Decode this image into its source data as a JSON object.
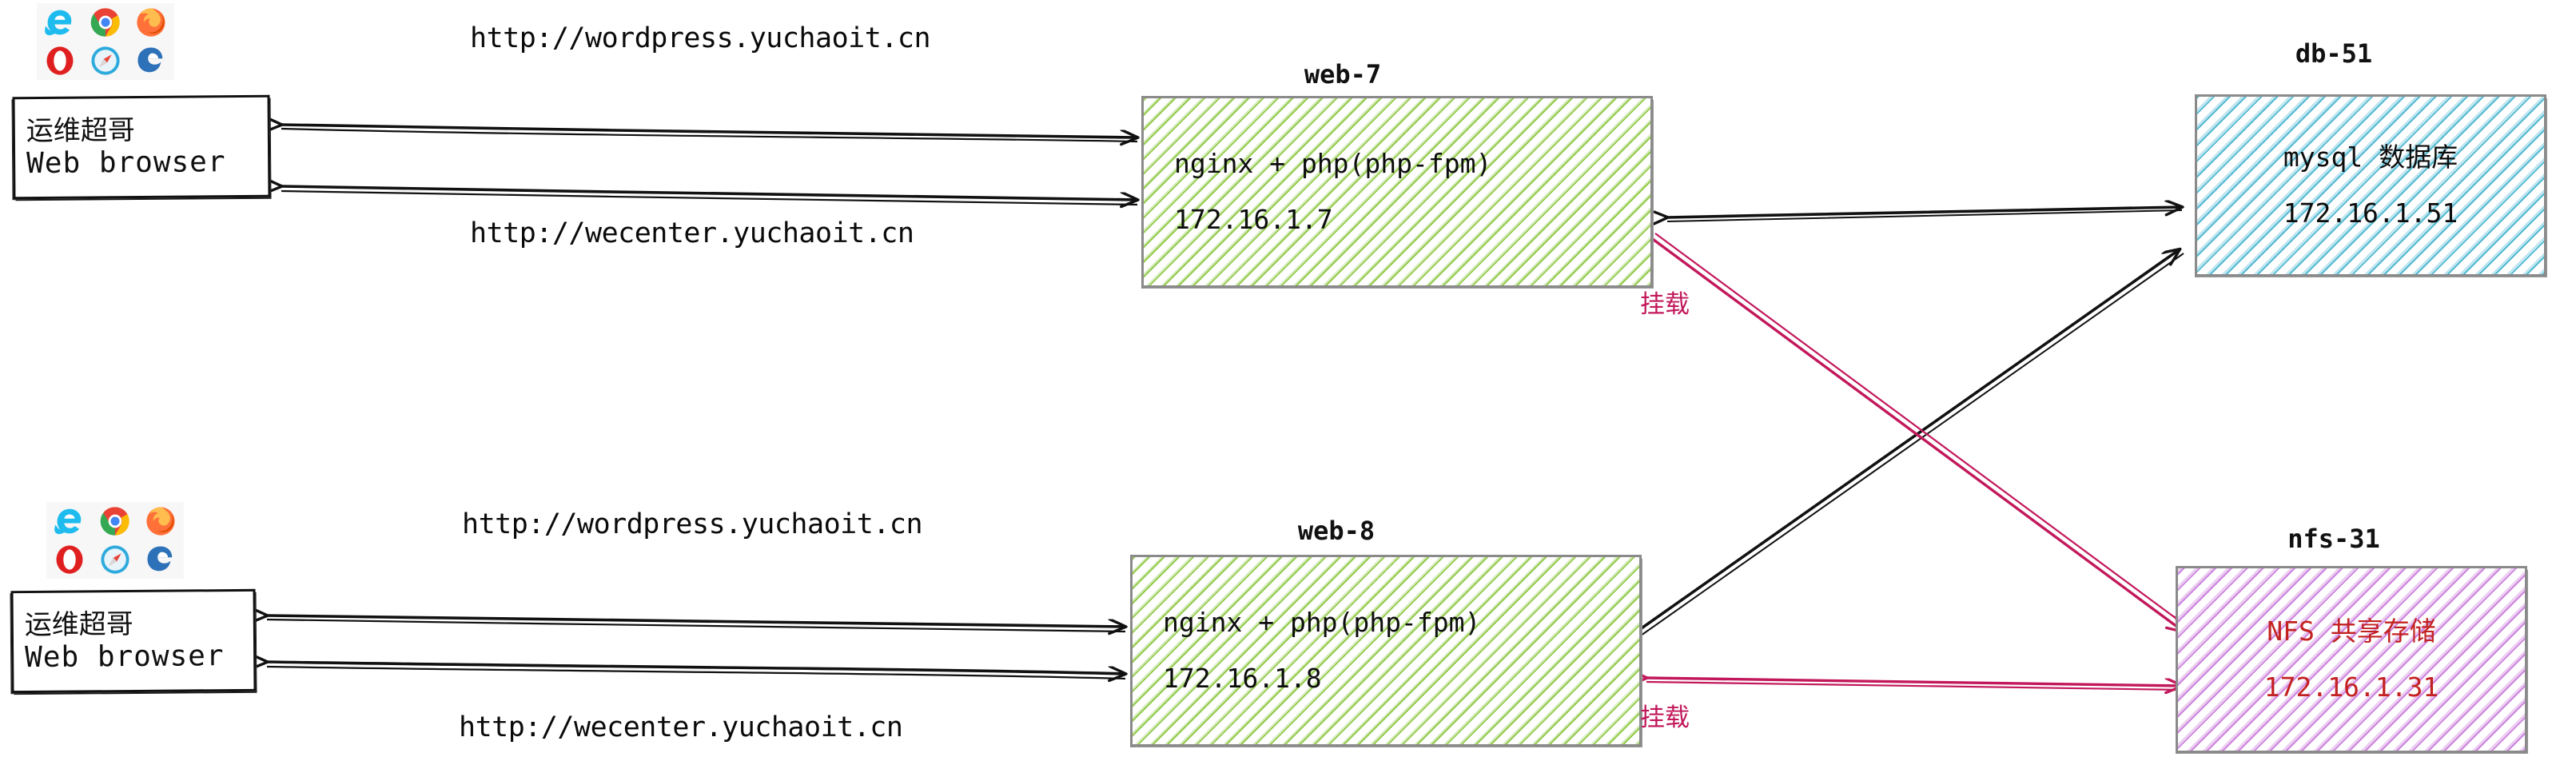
{
  "diagram": {
    "title": "LNMP cluster architecture",
    "colors": {
      "web_hatch": "#8CC63F",
      "db_hatch": "#4DB6D0",
      "nfs_hatch": "#BA55D3",
      "nfs_text": "#C32222",
      "mount_arrow": "#C2185B",
      "link_arrow": "#111111",
      "node_border": "#8A8A8A",
      "sketch_border": "#111111"
    },
    "clients": [
      {
        "id": "client-top",
        "line1": "运维超哥",
        "line2": "Web browser",
        "icons": [
          "internet-explorer-icon",
          "chrome-icon",
          "firefox-icon",
          "opera-icon",
          "safari-icon",
          "edge-icon"
        ]
      },
      {
        "id": "client-bottom",
        "line1": "运维超哥",
        "line2": "Web browser",
        "icons": [
          "internet-explorer-icon",
          "chrome-icon",
          "firefox-icon",
          "opera-icon",
          "safari-icon",
          "edge-icon"
        ]
      }
    ],
    "urls": [
      {
        "id": "url-wordpress-top",
        "text": "http://wordpress.yuchaoit.cn"
      },
      {
        "id": "url-wecenter-top",
        "text": "http://wecenter.yuchaoit.cn"
      },
      {
        "id": "url-wordpress-bottom",
        "text": "http://wordpress.yuchaoit.cn"
      },
      {
        "id": "url-wecenter-bottom",
        "text": "http://wecenter.yuchaoit.cn"
      }
    ],
    "nodes": [
      {
        "id": "web-7",
        "caption": "web-7",
        "service": "nginx + php(php-fpm)",
        "ip": "172.16.1.7",
        "style": "green"
      },
      {
        "id": "web-8",
        "caption": "web-8",
        "service": "nginx + php(php-fpm)",
        "ip": "172.16.1.8",
        "style": "green"
      },
      {
        "id": "db-51",
        "caption": "db-51",
        "service": "mysql 数据库",
        "ip": "172.16.1.51",
        "style": "cyan"
      },
      {
        "id": "nfs-31",
        "caption": "nfs-31",
        "service": "NFS 共享存储",
        "ip": "172.16.1.31",
        "style": "purple"
      }
    ],
    "edge_labels": [
      {
        "id": "mount-web7",
        "text": "挂载"
      },
      {
        "id": "mount-web8",
        "text": "挂载"
      }
    ],
    "connections": [
      {
        "from": "client-top",
        "to": "web-7",
        "label": "http://wordpress.yuchaoit.cn",
        "color": "#111111",
        "direction": "both"
      },
      {
        "from": "client-top",
        "to": "web-7",
        "label": "http://wecenter.yuchaoit.cn",
        "color": "#111111",
        "direction": "both"
      },
      {
        "from": "client-bottom",
        "to": "web-8",
        "label": "http://wordpress.yuchaoit.cn",
        "color": "#111111",
        "direction": "both"
      },
      {
        "from": "client-bottom",
        "to": "web-8",
        "label": "http://wecenter.yuchaoit.cn",
        "color": "#111111",
        "direction": "both"
      },
      {
        "from": "web-7",
        "to": "db-51",
        "label": "",
        "color": "#111111",
        "direction": "both"
      },
      {
        "from": "web-8",
        "to": "db-51",
        "label": "",
        "color": "#111111",
        "direction": "both"
      },
      {
        "from": "web-7",
        "to": "nfs-31",
        "label": "挂载",
        "color": "#C2185B",
        "direction": "both"
      },
      {
        "from": "web-8",
        "to": "nfs-31",
        "label": "挂载",
        "color": "#C2185B",
        "direction": "both"
      }
    ]
  }
}
